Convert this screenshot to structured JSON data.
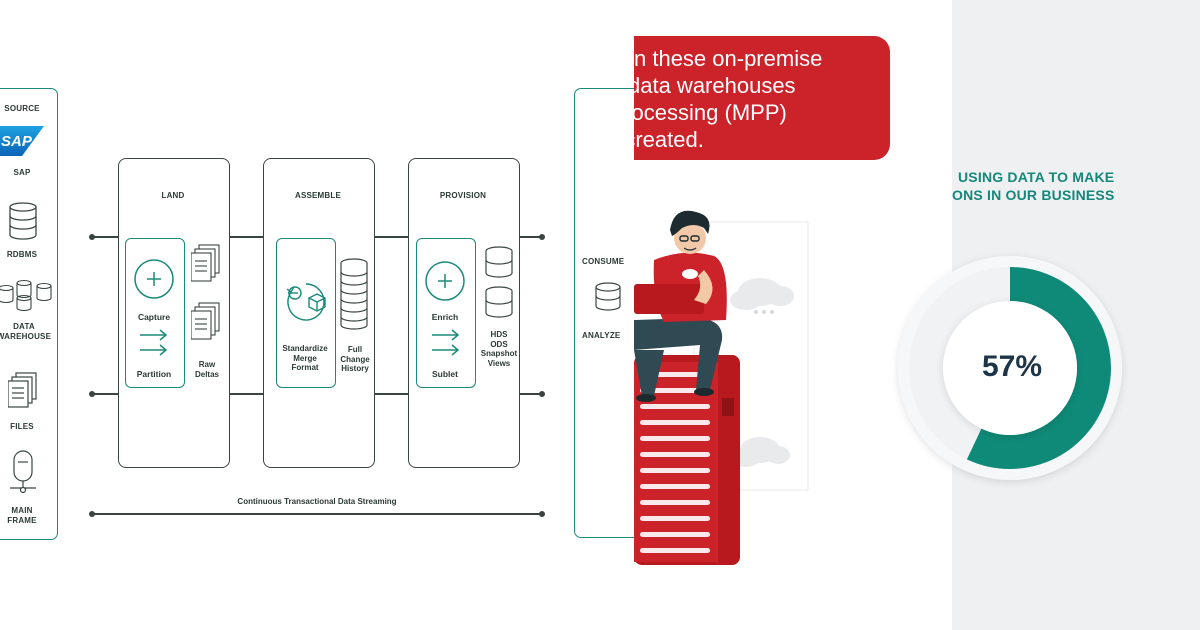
{
  "pipeline": {
    "source": {
      "header": "SOURCE",
      "logo_text": "SAP",
      "items": [
        "SAP",
        "RDBMS",
        "DATA\nWAREHOUSE",
        "FILES",
        "MAIN\nFRAME"
      ]
    },
    "stages": [
      {
        "title": "LAND",
        "step1": "Capture",
        "step2": "Partition",
        "output": "Raw\nDeltas"
      },
      {
        "title": "ASSEMBLE",
        "step1": "Standardize\nMerge\nFormat",
        "output": "Full\nChange\nHistory"
      },
      {
        "title": "PROVISION",
        "step1": "Enrich",
        "step2": "Sublet",
        "output": "HDS\nODS\nSnapshot\nViews"
      }
    ],
    "consume": {
      "label1": "CONSUME",
      "label2": "ANALYZE"
    },
    "streaming_label": "Continuous Transactional Data Streaming"
  },
  "promo": {
    "lines": [
      "n these on-premise",
      "data warehouses",
      "processing (MPP)",
      "e created."
    ]
  },
  "stat": {
    "title_lines": [
      "USING DATA TO MAKE",
      "ONS IN OUR BUSINESS"
    ],
    "value": "57%",
    "percent": 57,
    "accent_color": "#0f8a78"
  },
  "colors": {
    "teal": "#1a8a7a",
    "red": "#cc2229",
    "dark": "#3a4541"
  }
}
